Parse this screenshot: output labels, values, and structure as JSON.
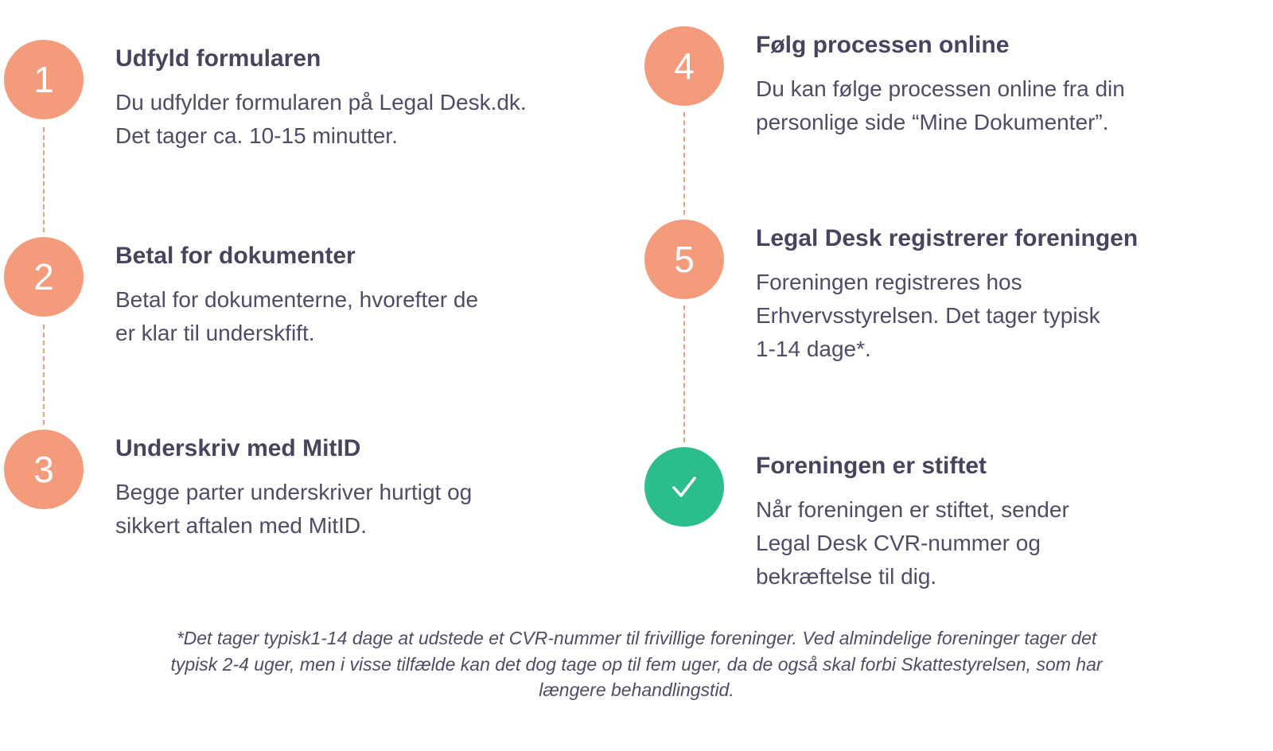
{
  "steps": [
    {
      "badge": "1",
      "title": "Udfyld formularen",
      "body": "Du udfylder formularen på Legal Desk.dk.\nDet tager ca. 10-15 minutter."
    },
    {
      "badge": "2",
      "title": "Betal for dokumenter",
      "body": "Betal for dokumenterne, hvorefter de\ner klar til underskfift."
    },
    {
      "badge": "3",
      "title": "Underskriv med MitID",
      "body": "Begge parter underskriver hurtigt og\nsikkert aftalen med MitID."
    },
    {
      "badge": "4",
      "title": "Følg processen online",
      "body": "Du kan følge processen online fra din\npersonlige side “Mine Dokumenter”."
    },
    {
      "badge": "5",
      "title": "Legal Desk registrerer foreningen",
      "body": "Foreningen registreres hos\nErhvervsstyrelsen. Det tager typisk\n1-14 dage*."
    },
    {
      "badge": "check",
      "title": "Foreningen er stiftet",
      "body": "Når foreningen er stiftet, sender\nLegal Desk CVR-nummer og\nbekræftelse til dig."
    }
  ],
  "footnote": "*Det tager typisk1-14 dage at udstede et CVR-nummer til frivillige foreninger. Ved almindelige foreninger tager det\ntypisk 2-4 uger, men i visse tilfælde kan det dog tage op til fem uger, da de også skal forbi Skattestyrelsen, som har\nlængere behandlingstid.",
  "colors": {
    "accent": "#F49B7C",
    "success": "#2CBD8F",
    "heading": "#454560",
    "body": "#4D4D68"
  }
}
